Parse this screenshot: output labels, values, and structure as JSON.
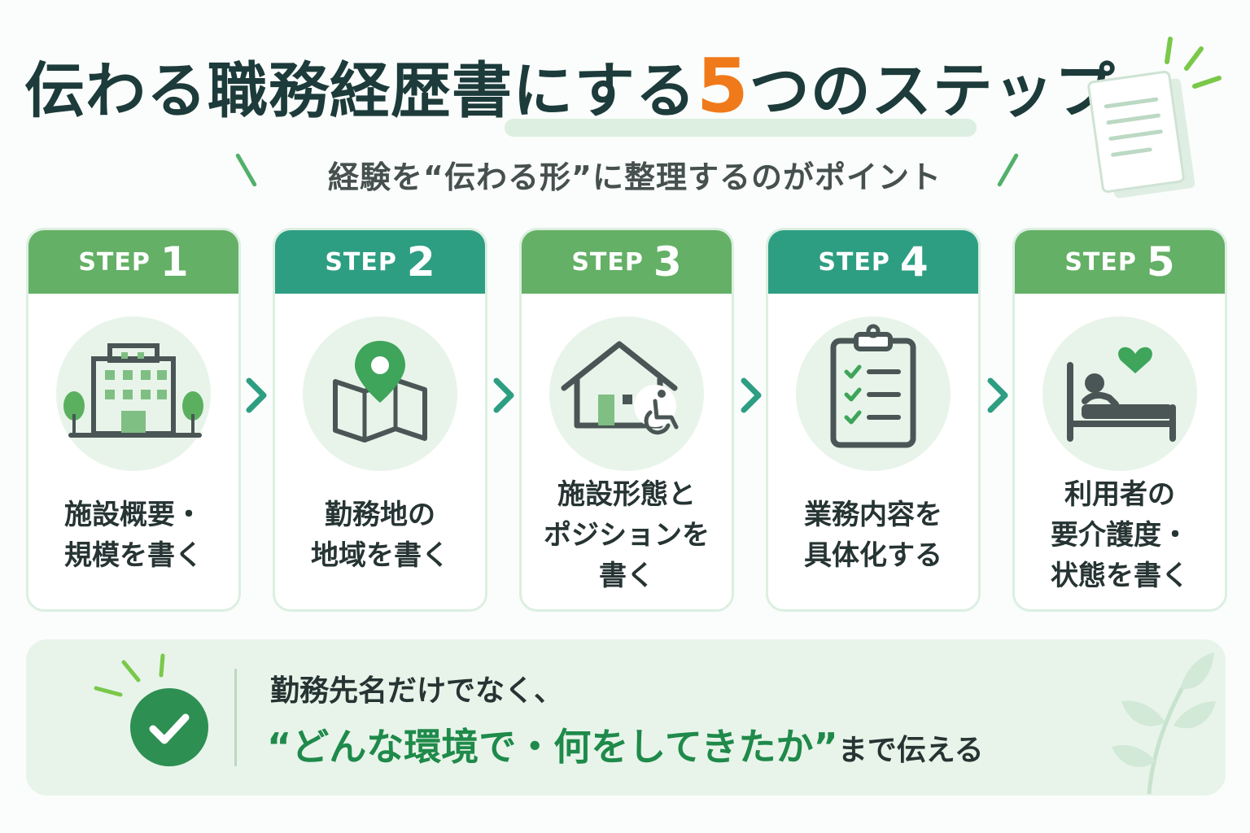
{
  "header": {
    "title_main": "伝わる職務経歴書にする",
    "title_num": "5",
    "title_end": "つのステップ",
    "subtitle": "経験を“伝わる形”に整理するのがポイント"
  },
  "steps": [
    {
      "step_word": "STEP",
      "num": "1",
      "text": "施設概要・\n規模を書く",
      "icon": "building-icon"
    },
    {
      "step_word": "STEP",
      "num": "2",
      "text": "勤務地の\n地域を書く",
      "icon": "map-pin-icon"
    },
    {
      "step_word": "STEP",
      "num": "3",
      "text": "施設形態と\nポジションを\n書く",
      "icon": "house-wheelchair-icon"
    },
    {
      "step_word": "STEP",
      "num": "4",
      "text": "業務内容を\n具体化する",
      "icon": "clipboard-checklist-icon"
    },
    {
      "step_word": "STEP",
      "num": "5",
      "text": "利用者の\n要介護度・\n状態を書く",
      "icon": "bed-heart-icon"
    }
  ],
  "summary": {
    "line1": "勤務先名だけでなく、",
    "line2_highlight": "“どんな環境で・何をしてきたか”",
    "line2_rest": "まで伝える"
  },
  "colors": {
    "accent_orange": "#f07a1a",
    "green": "#64b066",
    "teal": "#2e9e82",
    "dark_green": "#2e8f52",
    "text_dark": "#1c3b3a"
  }
}
